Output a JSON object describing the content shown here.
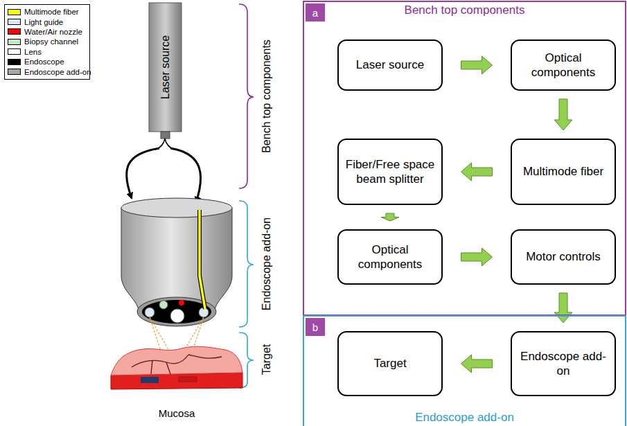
{
  "diagram": {
    "nodes": [
      {
        "text": [
          "Laser source"
        ]
      },
      {
        "text": [
          "a",
          "Bench top components"
        ]
      },
      {
        "text": [
          "Laser source"
        ],
        "in": 1
      },
      {
        "text": [
          "Optical components"
        ],
        "in": 1
      },
      {
        "text": [
          "Multimode fiber"
        ],
        "in": 1
      },
      {
        "text": [
          "Fiber/Free space beam splitter"
        ],
        "in": 1
      },
      {
        "text": [
          "Optical components"
        ],
        "in": 1
      },
      {
        "text": [
          "Motor controls"
        ],
        "in": 1
      },
      {
        "text": [
          "b",
          "Endoscope add-on"
        ]
      },
      {
        "text": [
          "Target"
        ],
        "in": 8
      },
      {
        "text": [
          "Endoscope add-on"
        ],
        "in": 8
      }
    ],
    "edges": [
      {
        "from": 2,
        "to": 3,
        "arrow": "to"
      },
      {
        "from": 3,
        "to": 4,
        "arrow": "to"
      },
      {
        "from": 4,
        "to": 5,
        "arrow": "to"
      },
      {
        "from": 5,
        "to": 6,
        "arrow": "to"
      },
      {
        "from": 6,
        "to": 7,
        "arrow": "to"
      },
      {
        "from": 7,
        "to": 10,
        "arrow": "to"
      },
      {
        "from": 10,
        "to": 9,
        "arrow": "to"
      }
    ],
    "labels": [
      "Bench top components",
      "Endoscope add-on",
      "Target",
      "Mucosa"
    ],
    "legend": [
      {
        "text": "Multimode fiber",
        "color": "#ffff00"
      },
      {
        "text": "Light guide",
        "color": "#dce9f5"
      },
      {
        "text": "Water/Air nozzle",
        "color": "#ff0000"
      },
      {
        "text": "Biopsy channel",
        "color": "#c4e8c4"
      },
      {
        "text": "Lens",
        "color": "#ffffff"
      },
      {
        "text": "Endoscope",
        "color": "#000000"
      },
      {
        "text": "Endoscope add-on",
        "color": "#a6a6a6"
      }
    ]
  }
}
